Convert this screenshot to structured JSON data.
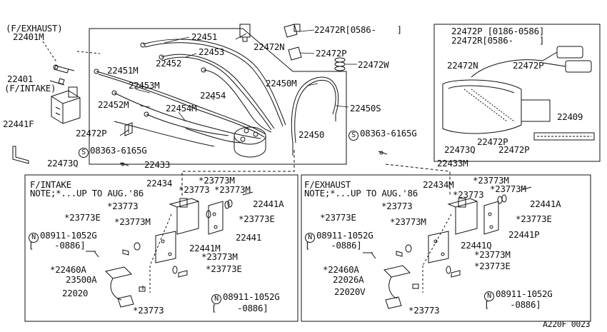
{
  "figure_code": "A220F 0023",
  "labels": {
    "f_exhaust_top": "(F/EXHAUST)",
    "p22401M": "22401M",
    "p22401": "22401",
    "f_intake_top": "(F/INTAKE)",
    "p22441F": "22441F",
    "p22473Q_left": "22473Q",
    "p22451": "22451",
    "p22453": "22453",
    "p22452": "22452",
    "p22451M": "22451M",
    "p22453M": "22453M",
    "p22454": "22454",
    "p22452M": "22452M",
    "p22454M": "22454M",
    "p22472P_left": "22472P",
    "p08363_left": "08363-6165G",
    "p22472N_top": "22472N",
    "p22472R_top": "22472R[0586-    ]",
    "p22472P_top": "22472P",
    "p22472W": "22472W",
    "p22450M": "22450M",
    "p22450S": "22450S",
    "p22450": "22450",
    "p08363_right": "08363-6165G",
    "inset_22472P": "22472P [0186-0586]",
    "inset_22472R": "22472R[0586-     ]",
    "inset_22472N": "22472N",
    "inset_22472P_a": "22472P",
    "inset_22409": "22409",
    "inset_22472P_b": "22472P",
    "inset_22473Q": "22473Q",
    "inset_22472P_c": "22472P",
    "p22433_left": "22433",
    "p22433M": "22433M",
    "p22434": "22434",
    "p22434M": "22434M",
    "left_box": {
      "title": "F/INTAKE",
      "note": "NOTE;*...UP TO AUG.'86",
      "l23773_a": "*23773",
      "l23773M_a": "*23773M",
      "l23773_b": "*23773",
      "l23773E_a": "*23773E",
      "l23773M_b": "*23773M",
      "l08911_a": "08911-1052G",
      "l0886_a": "[    -0886]",
      "l22441M": "22441M",
      "l23773M_c": "*23773M",
      "l22460A": "*22460A",
      "l23500A": "23500A",
      "l23773E_b": "*23773E",
      "l22020": "22020",
      "l08911_b": "08911-1052G",
      "l0886_b": "[    -0886]",
      "l23773_c": "*23773",
      "r23773M": "*23773M",
      "r22441A": "22441A",
      "r23773E": "*23773E",
      "r22441": "22441"
    },
    "right_box": {
      "title": "F/EXHAUST",
      "note": "NOTE;*...UP TO AUG.'86",
      "l23773_a": "*23773",
      "l23773M_a": "*23773M",
      "l23773_b": "*23773",
      "l23773E_a": "*23773E",
      "l23773M_b": "*23773M",
      "l08911_a": "08911-1052G",
      "l0886_a": "[    -0886]",
      "l22441Q": "22441Q",
      "l23773M_c": "*23773M",
      "l22460A": "*22460A",
      "l22026A": "22026A",
      "l23773E_b": "*23773E",
      "l22020V": "22020V",
      "l08911_b": "08911-1052G",
      "l0886_b": "[    -0886]",
      "l23773_c": "*23773",
      "r23773M": "*23773M",
      "r22441A": "22441A",
      "r23773E": "*23773E",
      "r22441P": "22441P"
    }
  },
  "circle_symbols": {
    "S": "S",
    "N": "N"
  }
}
